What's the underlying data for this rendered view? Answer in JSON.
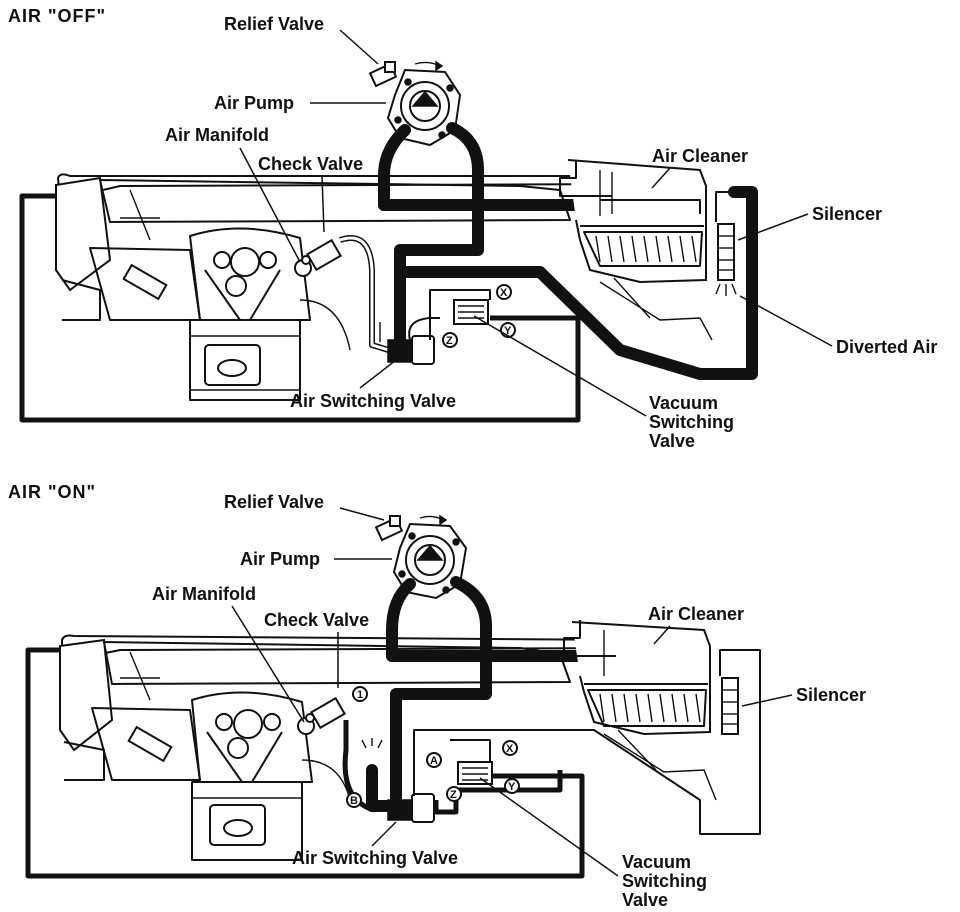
{
  "panels": [
    {
      "header": "AIR \"OFF\"",
      "labels": {
        "relief_valve": "Relief Valve",
        "air_pump": "Air Pump",
        "air_manifold": "Air Manifold",
        "check_valve": "Check Valve",
        "air_cleaner": "Air Cleaner",
        "silencer": "Silencer",
        "diverted_air": "Diverted Air",
        "air_switching_valve": "Air Switching Valve",
        "vacuum_switching_valve": [
          "Vacuum",
          "Switching",
          "Valve"
        ]
      },
      "ports": [
        "X",
        "Y",
        "Z"
      ]
    },
    {
      "header": "AIR \"ON\"",
      "labels": {
        "relief_valve": "Relief Valve",
        "air_pump": "Air Pump",
        "air_manifold": "Air Manifold",
        "check_valve": "Check Valve",
        "air_cleaner": "Air Cleaner",
        "silencer": "Silencer",
        "air_switching_valve": "Air Switching Valve",
        "vacuum_switching_valve": [
          "Vacuum",
          "Switching",
          "Valve"
        ]
      },
      "ports": [
        "X",
        "Y",
        "Z",
        "A",
        "B",
        "1"
      ]
    }
  ]
}
